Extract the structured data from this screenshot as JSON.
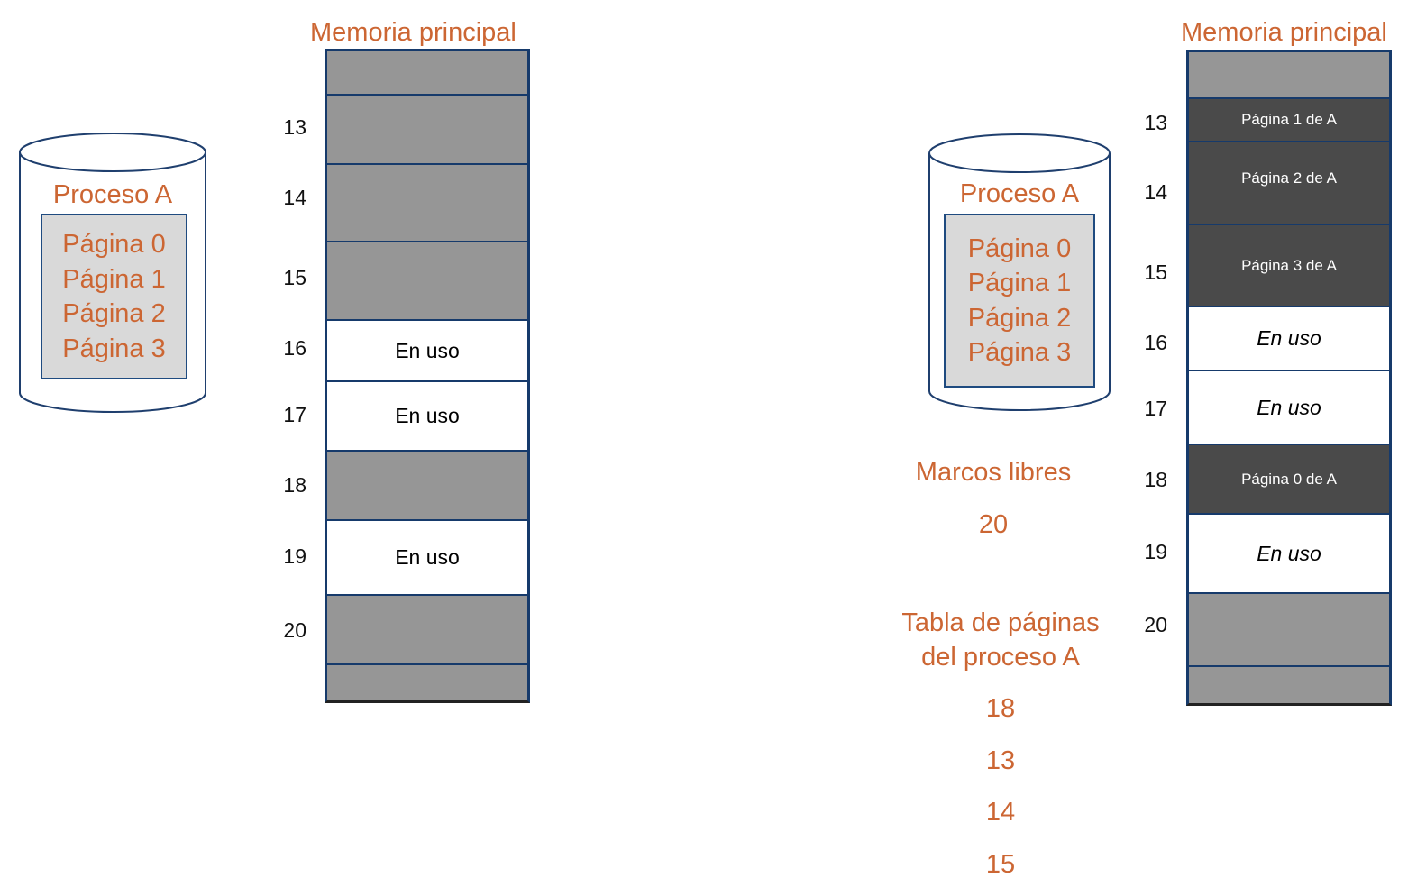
{
  "left": {
    "memory_title": "Memoria principal",
    "disk": {
      "title": "Proceso A",
      "pages": [
        "Página 0",
        "Página 1",
        "Página 2",
        "Página 3"
      ]
    },
    "frame_numbers": [
      "13",
      "14",
      "15",
      "16",
      "17",
      "18",
      "19",
      "20"
    ],
    "frames": [
      {
        "state": "free",
        "label": ""
      },
      {
        "state": "free",
        "label": ""
      },
      {
        "state": "free",
        "label": ""
      },
      {
        "state": "free",
        "label": ""
      },
      {
        "state": "used",
        "label": "En uso"
      },
      {
        "state": "used",
        "label": "En uso"
      },
      {
        "state": "free",
        "label": ""
      },
      {
        "state": "used",
        "label": "En uso"
      },
      {
        "state": "free",
        "label": ""
      },
      {
        "state": "free",
        "label": ""
      }
    ]
  },
  "right": {
    "memory_title": "Memoria principal",
    "disk": {
      "title": "Proceso A",
      "pages": [
        "Página 0",
        "Página 1",
        "Página 2",
        "Página 3"
      ]
    },
    "free_frames_title": "Marcos libres",
    "free_frames": [
      "20"
    ],
    "page_table_title": [
      "Tabla de páginas",
      "del proceso A"
    ],
    "page_table": [
      "18",
      "13",
      "14",
      "15"
    ],
    "frame_numbers": [
      "13",
      "14",
      "15",
      "16",
      "17",
      "18",
      "19",
      "20"
    ],
    "frames": [
      {
        "state": "free",
        "label": ""
      },
      {
        "state": "page",
        "label": "Página 1 de A"
      },
      {
        "state": "page",
        "label": "Página 2 de A"
      },
      {
        "state": "page",
        "label": "Página 3 de A"
      },
      {
        "state": "used",
        "label": "En uso"
      },
      {
        "state": "used",
        "label": "En uso"
      },
      {
        "state": "page",
        "label": "Página 0 de A"
      },
      {
        "state": "used",
        "label": "En uso"
      },
      {
        "state": "free",
        "label": ""
      },
      {
        "state": "free",
        "label": ""
      }
    ]
  },
  "colors": {
    "accent_text": "#cc6633",
    "border": "#163a6b",
    "free_frame": "#969696",
    "page_frame": "#4a4a4a",
    "used_frame": "#ffffff"
  }
}
